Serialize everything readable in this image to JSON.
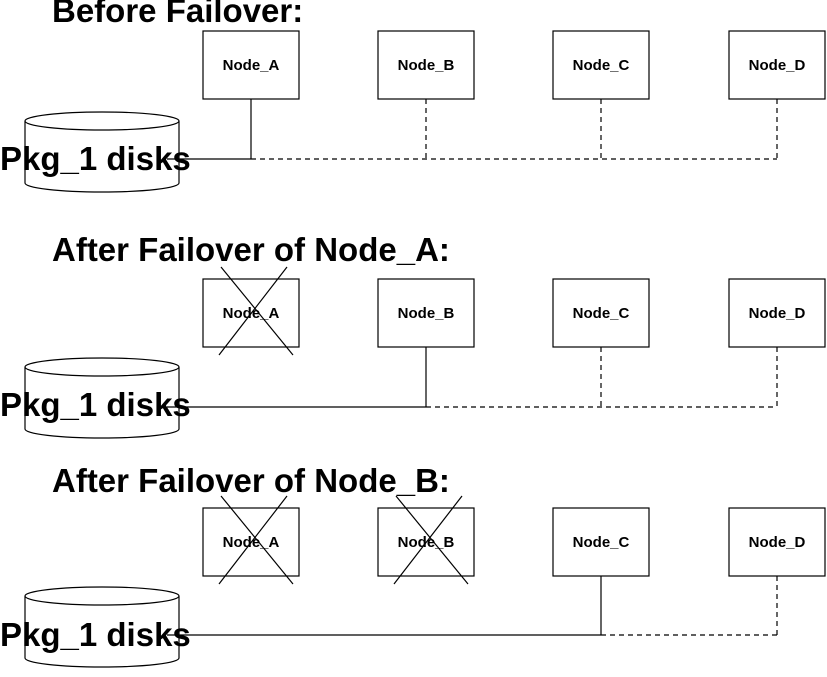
{
  "panels": [
    {
      "title": "Before Failover:",
      "disk_label": "Pkg_1 disks",
      "nodes": [
        {
          "label": "Node_A",
          "failed": false,
          "active": true
        },
        {
          "label": "Node_B",
          "failed": false,
          "active": false
        },
        {
          "label": "Node_C",
          "failed": false,
          "active": false
        },
        {
          "label": "Node_D",
          "failed": false,
          "active": false
        }
      ]
    },
    {
      "title": "After Failover of Node_A:",
      "disk_label": "Pkg_1 disks",
      "nodes": [
        {
          "label": "Node_A",
          "failed": true,
          "active": false
        },
        {
          "label": "Node_B",
          "failed": false,
          "active": true
        },
        {
          "label": "Node_C",
          "failed": false,
          "active": false
        },
        {
          "label": "Node_D",
          "failed": false,
          "active": false
        }
      ]
    },
    {
      "title": "After Failover of Node_B:",
      "disk_label": "Pkg_1 disks",
      "nodes": [
        {
          "label": "Node_A",
          "failed": true,
          "active": false
        },
        {
          "label": "Node_B",
          "failed": true,
          "active": false
        },
        {
          "label": "Node_C",
          "failed": false,
          "active": true
        },
        {
          "label": "Node_D",
          "failed": false,
          "active": false
        }
      ]
    }
  ]
}
